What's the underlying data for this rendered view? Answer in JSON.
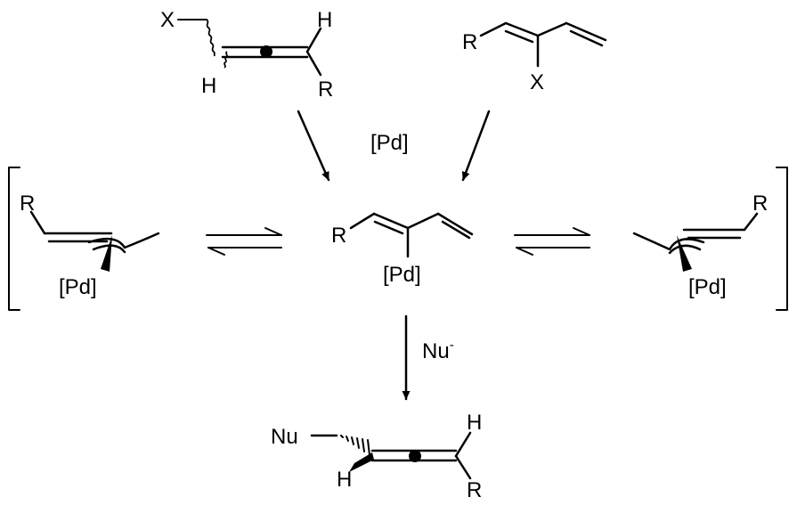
{
  "reactant_allene": {
    "x": "X",
    "h_top": "H",
    "h_bottom": "H",
    "r": "R"
  },
  "reactant_diene": {
    "r": "R",
    "x": "X"
  },
  "catalyst": "[Pd]",
  "center_complex": {
    "r": "R",
    "pd": "[Pd]"
  },
  "left_complex": {
    "r": "R",
    "pd": "[Pd]"
  },
  "right_complex": {
    "r": "R",
    "pd": "[Pd]"
  },
  "nucleophile": {
    "label": "Nu",
    "charge": "-"
  },
  "product": {
    "nu": "Nu",
    "h_top": "H",
    "h_bottom": "H",
    "r": "R"
  }
}
